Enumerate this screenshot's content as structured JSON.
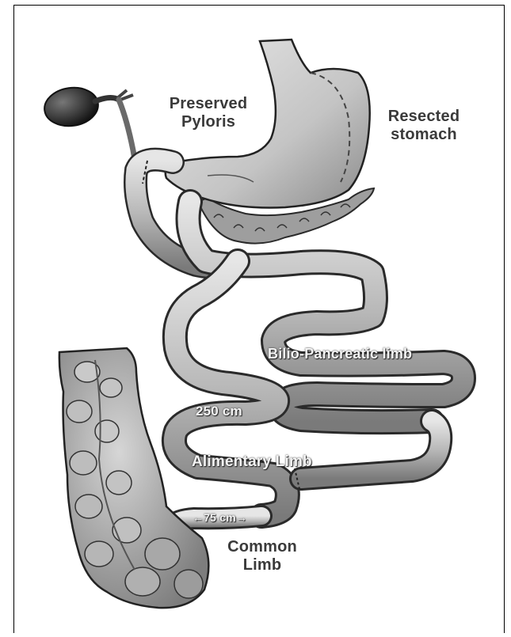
{
  "labels": {
    "preserved_pyloris": [
      "Preserved",
      "Pyloris"
    ],
    "resected_stomach": [
      "Resected",
      "stomach"
    ],
    "bilio_pancreatic_limb": "Bilio-Pancreatic limb",
    "length_250": "250 cm",
    "alimentary_limb": "Alimentary Limb",
    "length_75": "←75 cm→",
    "common_limb": [
      "Common",
      "Limb"
    ]
  },
  "colors": {
    "organ_fill": "#bdbdbd",
    "organ_shade": "#6e6e6e",
    "outline": "#2a2a2a",
    "background": "#ffffff"
  }
}
